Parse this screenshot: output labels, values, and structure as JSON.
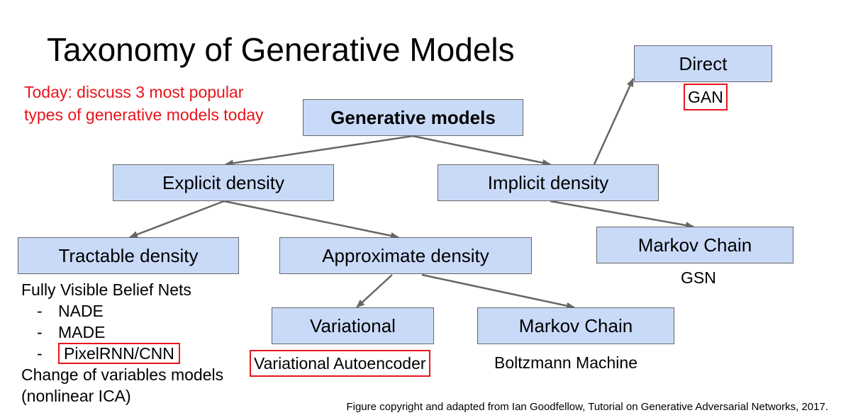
{
  "title": "Taxonomy of Generative Models",
  "note": "Today: discuss 3 most popular types of generative models today",
  "nodes": {
    "generative_models": "Generative models",
    "explicit_density": "Explicit density",
    "implicit_density": "Implicit density",
    "direct": "Direct",
    "tractable_density": "Tractable density",
    "approximate_density": "Approximate density",
    "markov_chain_implicit": "Markov Chain",
    "variational": "Variational",
    "markov_chain_approx": "Markov Chain"
  },
  "leaves": {
    "gan": "GAN",
    "gsn": "GSN",
    "vae": "Variational Autoencoder",
    "boltzmann": "Boltzmann Machine"
  },
  "tractable_list": {
    "heading": "Fully Visible Belief Nets",
    "dash": "-",
    "items": [
      "NADE",
      "MADE",
      "PixelRNN/CNN"
    ],
    "footer1": "Change of variables models",
    "footer2": "(nonlinear ICA)"
  },
  "caption": "Figure copyright and adapted from Ian Goodfellow, Tutorial on Generative Adversarial Networks, 2017.",
  "colors": {
    "box_fill": "#c9daf8",
    "highlight": "#e8141b",
    "arrow": "#666666"
  }
}
